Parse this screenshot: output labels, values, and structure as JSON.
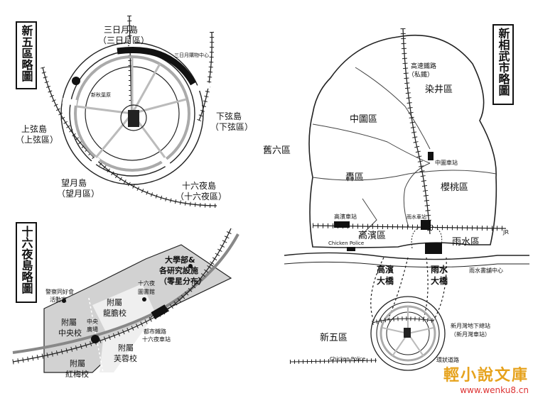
{
  "left_top_map": {
    "title": "新五區略圖",
    "labels": {
      "mikazuki": "三日月島",
      "mikazuki_ku": "（三日月區）",
      "shopping_center": "三日月購物中心",
      "shinaki": "新秋葉原",
      "jogen": "上弦島",
      "jogen_ku": "（上弦區）",
      "kagen": "下弦島",
      "kagen_ku": "（下弦區）",
      "mochizuki": "望月島",
      "mochizuki_ku": "（望月區）",
      "izayoi": "十六夜島",
      "izayoi_ku": "（十六夜區）"
    }
  },
  "left_bottom_map": {
    "title": "十六夜島略圖",
    "labels": {
      "university_1": "大學部&",
      "university_2": "各研究設施",
      "university_3": "（零星分布）",
      "police_1": "警察同好會",
      "police_2": "活動室",
      "library_1": "十六夜",
      "library_2": "圖書館",
      "ryutan_1": "附屬",
      "ryutan_2": "龍膽校",
      "central_plaza_1": "中央",
      "central_plaza_2": "廣場",
      "chuo_1": "附屬",
      "chuo_2": "中央校",
      "station_1": "都市鐵路",
      "station_2": "十六夜車站",
      "fuyo_1": "附屬",
      "fuyo_2": "芙蓉校",
      "koubai_1": "附屬",
      "koubai_2": "紅梅校"
    }
  },
  "right_map": {
    "title": "新相武市略圖",
    "labels": {
      "expressway_1": "高速鐵路",
      "expressway_2": "（私鐵）",
      "somei": "染井區",
      "chuto": "中圖區",
      "kyuroku": "舊六區",
      "chuto_station": "中圖車站",
      "todoroki": "轟區",
      "sakuramomo": "櫻桃區",
      "takahama_station": "高濱車站",
      "amemizu_station": "雨水車站",
      "jr": "JR",
      "chicken_police_1": "Chicken Police",
      "takahama_ku": "高濱區",
      "amemizu_ku": "雨水區",
      "takahama_bridge_1": "高濱",
      "takahama_bridge_2": "大橋",
      "amemizu_bridge_1": "雨水",
      "amemizu_bridge_2": "大橋",
      "amemizu_books": "雨水書舖中心",
      "shingoku": "新五區",
      "shingetsu_station_1": "新月灣地下總站",
      "shingetsu_station_2": "（新月灣車站）",
      "chicken_police_2": "Chicken Police",
      "rail": "環狀道路"
    }
  },
  "watermark": {
    "text": "輕小說文庫",
    "url": "www.wenku8.cn",
    "color": "#e6a21c"
  }
}
